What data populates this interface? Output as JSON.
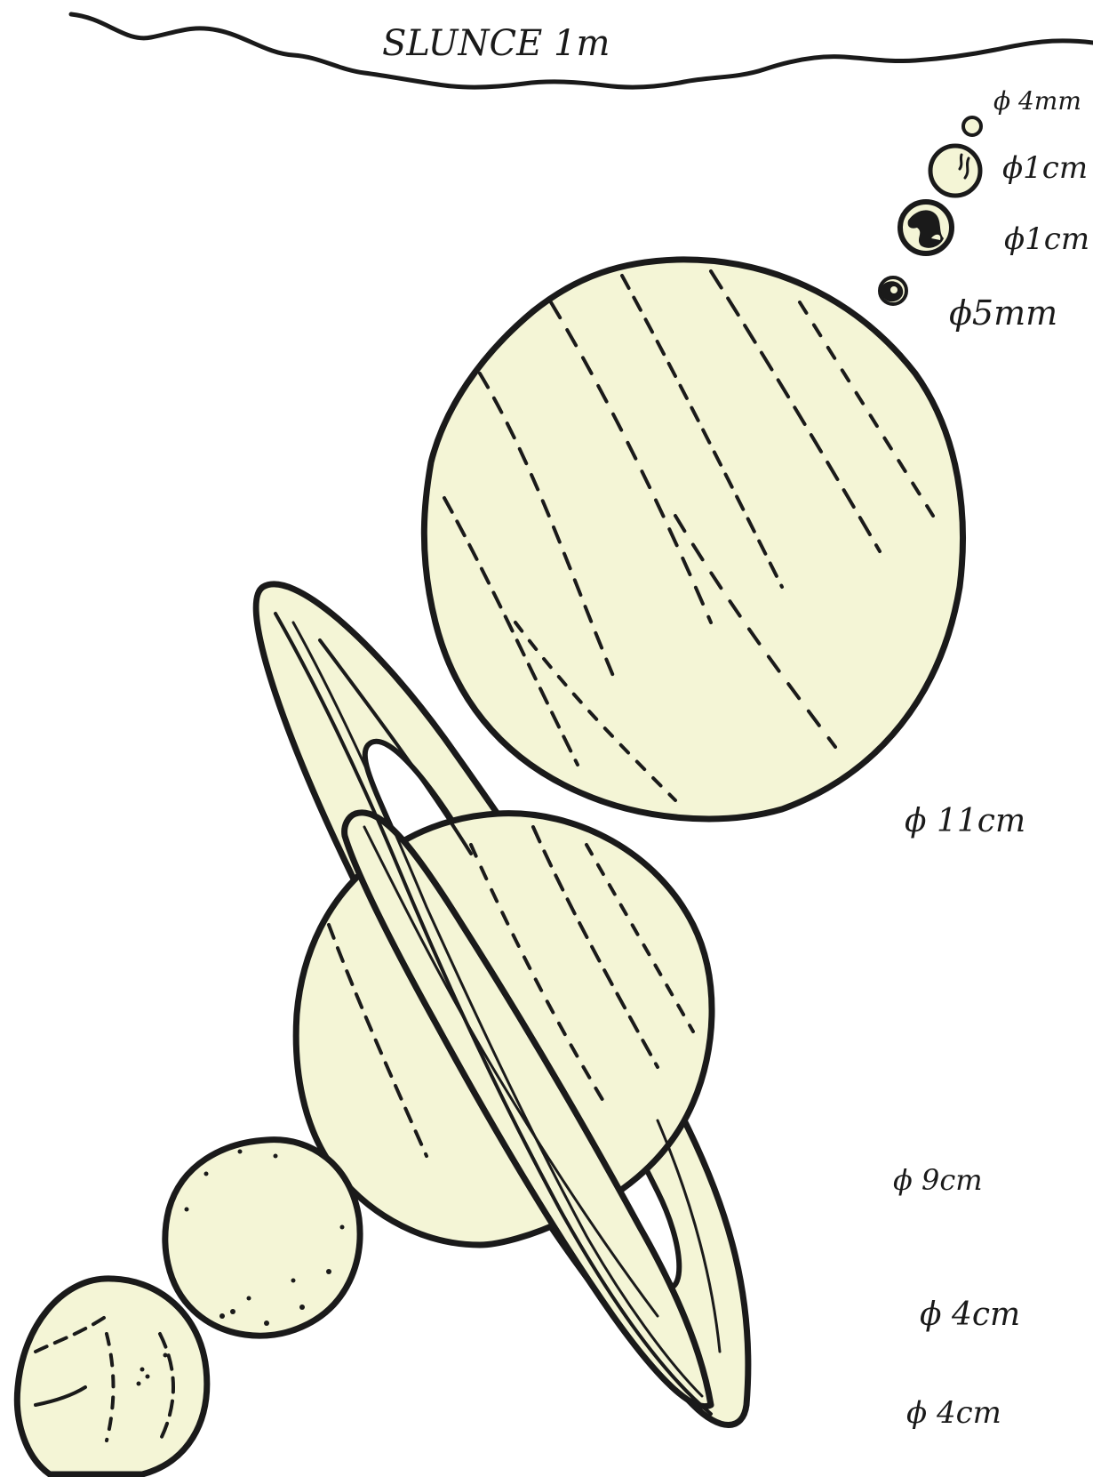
{
  "sun": {
    "label": "SLUNCE 1m"
  },
  "planets": [
    {
      "id": "mercury",
      "diameter_label": "ϕ 4mm"
    },
    {
      "id": "venus",
      "diameter_label": "ϕ1cm"
    },
    {
      "id": "earth",
      "diameter_label": "ϕ1cm"
    },
    {
      "id": "mars",
      "diameter_label": "ϕ5mm"
    },
    {
      "id": "jupiter",
      "diameter_label": "ϕ 11cm"
    },
    {
      "id": "saturn",
      "diameter_label": "ϕ 9cm"
    },
    {
      "id": "uranus",
      "diameter_label": "ϕ 4cm"
    },
    {
      "id": "neptune",
      "diameter_label": "ϕ 4cm"
    }
  ],
  "colors": {
    "planet_fill": "#f4f5d6",
    "outline": "#1a1a1a",
    "background": "#ffffff"
  }
}
